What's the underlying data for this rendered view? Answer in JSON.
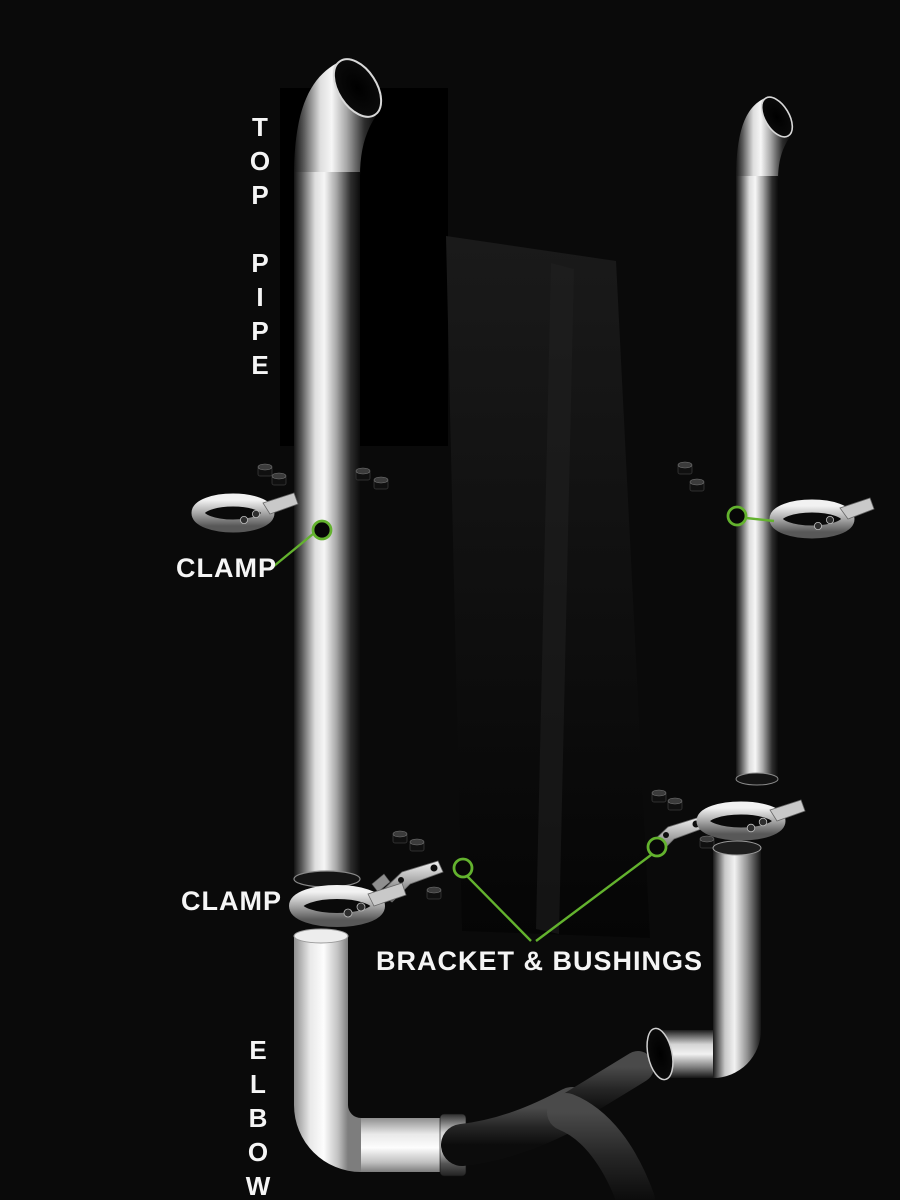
{
  "colors": {
    "background": "#0a0a0a",
    "accent": "#63b22e",
    "text": "#f5f5f5"
  },
  "labels": {
    "top_pipe": "TOP PIPE",
    "clamp_upper": "CLAMP",
    "clamp_lower": "CLAMP",
    "bracket_bushings": "BRACKET & BUSHINGS",
    "elbow": "ELBOW"
  }
}
